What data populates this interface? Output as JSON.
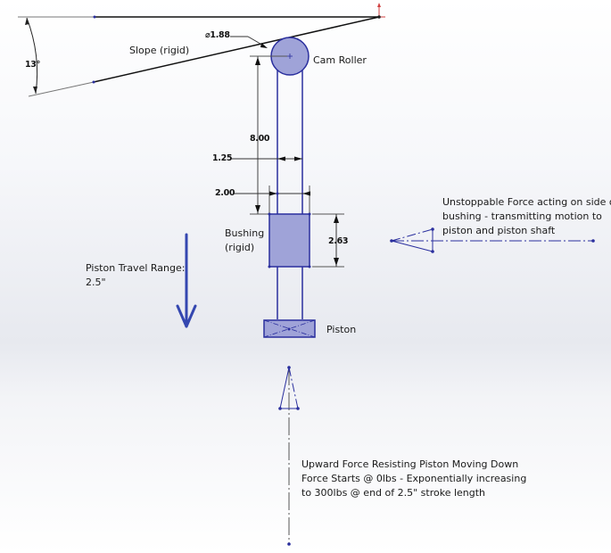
{
  "labels": {
    "slope": "Slope (rigid)",
    "cam_roller": "Cam Roller",
    "bushing_line1": "Bushing",
    "bushing_line2": "(rigid)",
    "piston": "Piston",
    "piston_travel_line1": "Piston Travel Range:",
    "piston_travel_line2": "2.5\"",
    "side_force_line1": "Unstoppable Force acting on side of",
    "side_force_line2": "bushing - transmitting motion to",
    "side_force_line3": "piston and piston shaft",
    "up_force_line1": "Upward Force Resisting Piston Moving Down",
    "up_force_line2": "Force Starts @ 0lbs - Exponentially increasing",
    "up_force_line3": "to 300lbs @ end of 2.5\" stroke length"
  },
  "dimensions": {
    "angle": "13°",
    "roller_diameter": "⌀1.88",
    "shaft_length": "8.00",
    "shaft_width": "1.25",
    "bushing_width": "2.00",
    "bushing_height": "2.63"
  },
  "colors": {
    "sketch_blue": "#2a2f9e",
    "fill_blue": "#9fa3d8",
    "arrow_blue": "#3447b0",
    "dim_gray": "#333333",
    "origin_red": "#d04040"
  }
}
